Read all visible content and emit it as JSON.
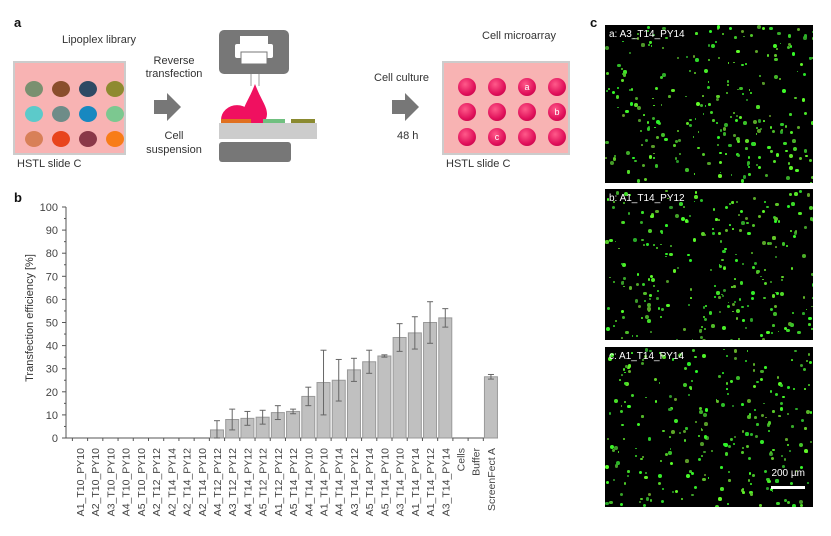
{
  "panel_a": {
    "label": "a",
    "lipoplex": "Lipoplex library",
    "slide_left": "HSTL slide C",
    "reverse": "Reverse",
    "transfection": "transfection",
    "cell": "Cell",
    "suspension": "suspension",
    "cell_culture": "Cell culture",
    "hours": "48 h",
    "microarray": "Cell microarray",
    "slide_right": "HSTL slide C",
    "spot_colors": [
      "#7a9070",
      "#8a4e2c",
      "#2e4a64",
      "#8e8a30",
      "#5ccaca",
      "#6e8c88",
      "#1888c0",
      "#7cc890",
      "#d88058",
      "#e8441c",
      "#8a3848",
      "#f87c18"
    ],
    "spot_letters": [
      "",
      "",
      "a",
      "",
      "",
      "",
      "",
      "b",
      "",
      "c",
      "",
      ""
    ]
  },
  "panel_b": {
    "label": "b"
  },
  "panel_c": {
    "label": "c",
    "images": [
      "a: A3_T14_PY14",
      "b: A1_T14_PY12",
      "c: A1_T14_PY14"
    ],
    "scale": "200 µm"
  },
  "chart_data": {
    "type": "bar",
    "ylabel": "Transfection efficiency [%]",
    "ylim": [
      0,
      100
    ],
    "yticks": [
      0,
      10,
      20,
      30,
      40,
      50,
      60,
      70,
      80,
      90,
      100
    ],
    "categories": [
      "A1_T10_PY10",
      "A2_T10_PY10",
      "A3_T10_PY10",
      "A4_T10_PY10",
      "A5_T10_PY10",
      "A2_T12_PY12",
      "A2_T14_PY14",
      "A2_T14_PY12",
      "A2_T14_PY10",
      "A4_T12_PY12",
      "A3_T12_PY12",
      "A4_T14_PY12",
      "A5_T12_PY12",
      "A1_T12_PY12",
      "A5_T14_PY12",
      "A4_T14_PY10",
      "A1_T14_PY10",
      "A4_T14_PY14",
      "A3_T14_PY12",
      "A5_T14_PY14",
      "A5_T14_PY10",
      "A3_T14_PY10",
      "A1_T14_PY14",
      "A1_T14_PY12",
      "A3_T14_PY14",
      "Cells",
      "Buffer",
      "ScreenFect A"
    ],
    "values": [
      0,
      0,
      0,
      0,
      0,
      0,
      0,
      0,
      0,
      3.5,
      8,
      8.5,
      9,
      11,
      11.5,
      18,
      24,
      25,
      29.5,
      33,
      35.5,
      43.5,
      45.5,
      50,
      52,
      0,
      0,
      26.5
    ],
    "errors": [
      0,
      0,
      0,
      0,
      0,
      0,
      0,
      0,
      0,
      4,
      4.5,
      3,
      3,
      3,
      1,
      4,
      14,
      9,
      5,
      5,
      0.5,
      6,
      7,
      9,
      4,
      0,
      0,
      1
    ],
    "bar_color": "#c0c0c0"
  }
}
